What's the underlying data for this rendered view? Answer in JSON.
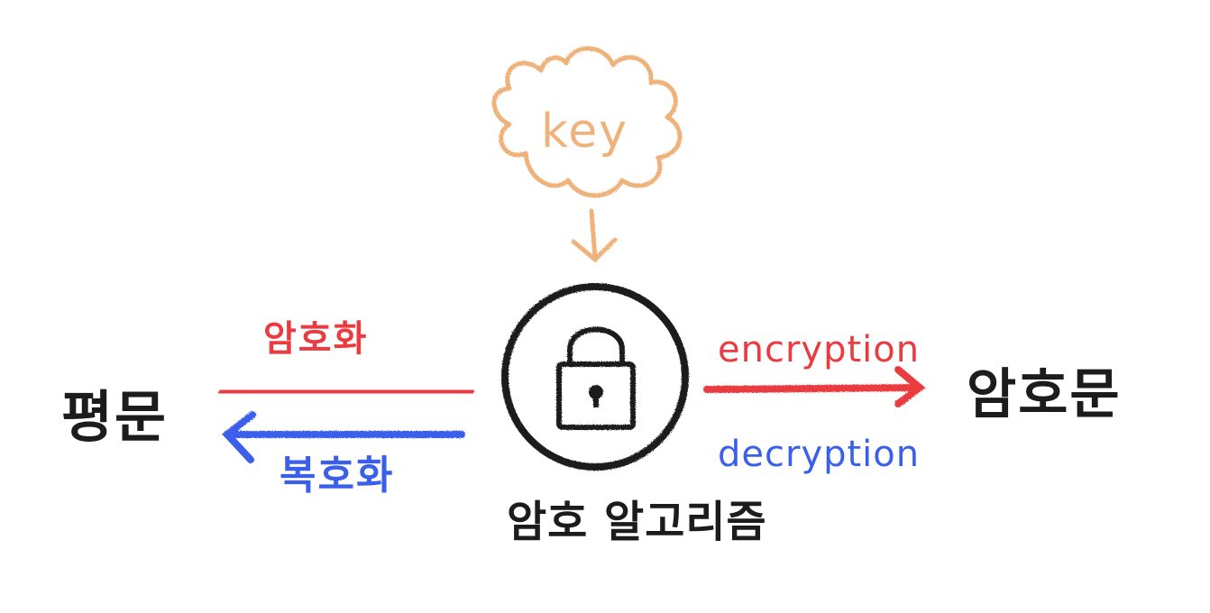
{
  "labels": {
    "plaintext": "평문",
    "ciphertext": "암호문",
    "encryption_ko": "암호화",
    "decryption_ko": "복호화",
    "encryption_en": "encryption",
    "decryption_en": "decryption",
    "algorithm": "암호 알고리즘",
    "key": "key"
  },
  "icons": {
    "key_shape": "cloud-icon",
    "key_arrow": "arrow-down-icon",
    "algorithm": "padlock-icon"
  },
  "colors": {
    "encryption": "#ea3b40",
    "decryption": "#3a5fea",
    "key": "#eeb27a",
    "ink": "#1c1c1c",
    "background": "#ffffff"
  }
}
